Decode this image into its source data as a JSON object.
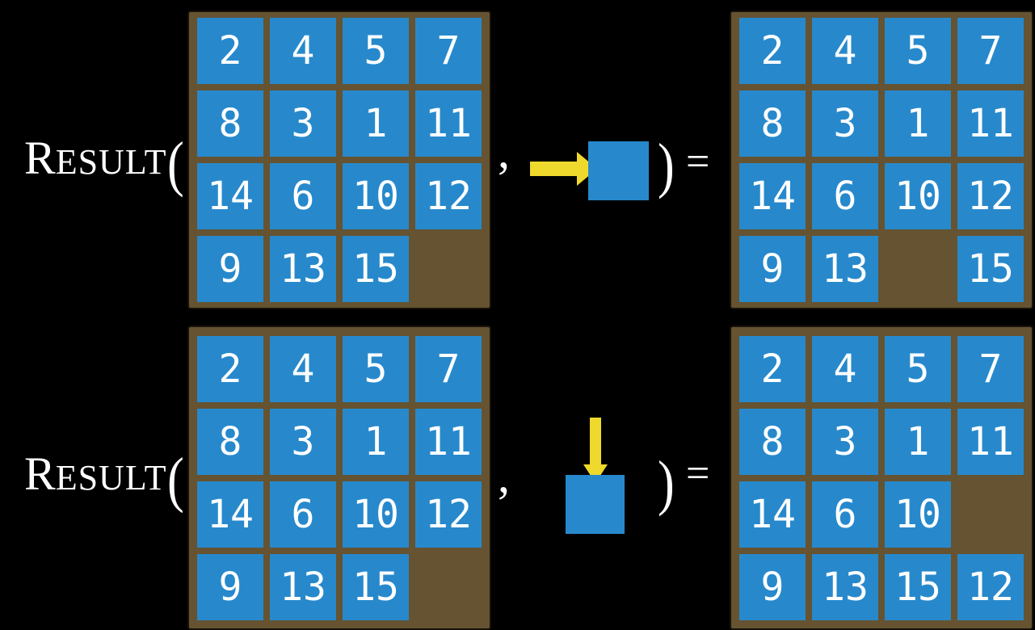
{
  "figure": {
    "description": "Two applications of the RESULT function on a 15-puzzle state",
    "background": "#000000"
  },
  "colors": {
    "background": "#000000",
    "board_brown": "#655331",
    "board_border": "#17120a",
    "tile_blue": "#2789CC",
    "tile_text": "#FFFFFF",
    "arrow_yellow": "#EFD92C",
    "text": "#FFFFFF"
  },
  "rows": [
    {
      "label_initial": "R",
      "label_rest": "ESULT",
      "open_paren": "(",
      "comma": ",",
      "close_paren": ")",
      "equals": "=",
      "move": {
        "direction": "right",
        "icon": "arrow-right-into-blank-square"
      },
      "input_board": {
        "grid": [
          [
            "2",
            "4",
            "5",
            "7"
          ],
          [
            "8",
            "3",
            "1",
            "11"
          ],
          [
            "14",
            "6",
            "10",
            "12"
          ],
          [
            "9",
            "13",
            "15",
            ""
          ]
        ]
      },
      "output_board": {
        "grid": [
          [
            "2",
            "4",
            "5",
            "7"
          ],
          [
            "8",
            "3",
            "1",
            "11"
          ],
          [
            "14",
            "6",
            "10",
            "12"
          ],
          [
            "9",
            "13",
            "",
            "15"
          ]
        ]
      }
    },
    {
      "label_initial": "R",
      "label_rest": "ESULT",
      "open_paren": "(",
      "comma": ",",
      "close_paren": ")",
      "equals": "=",
      "move": {
        "direction": "down",
        "icon": "arrow-down-into-blank-square"
      },
      "input_board": {
        "grid": [
          [
            "2",
            "4",
            "5",
            "7"
          ],
          [
            "8",
            "3",
            "1",
            "11"
          ],
          [
            "14",
            "6",
            "10",
            "12"
          ],
          [
            "9",
            "13",
            "15",
            ""
          ]
        ]
      },
      "output_board": {
        "grid": [
          [
            "2",
            "4",
            "5",
            "7"
          ],
          [
            "8",
            "3",
            "1",
            "11"
          ],
          [
            "14",
            "6",
            "10",
            ""
          ],
          [
            "9",
            "13",
            "15",
            "12"
          ]
        ]
      }
    }
  ]
}
